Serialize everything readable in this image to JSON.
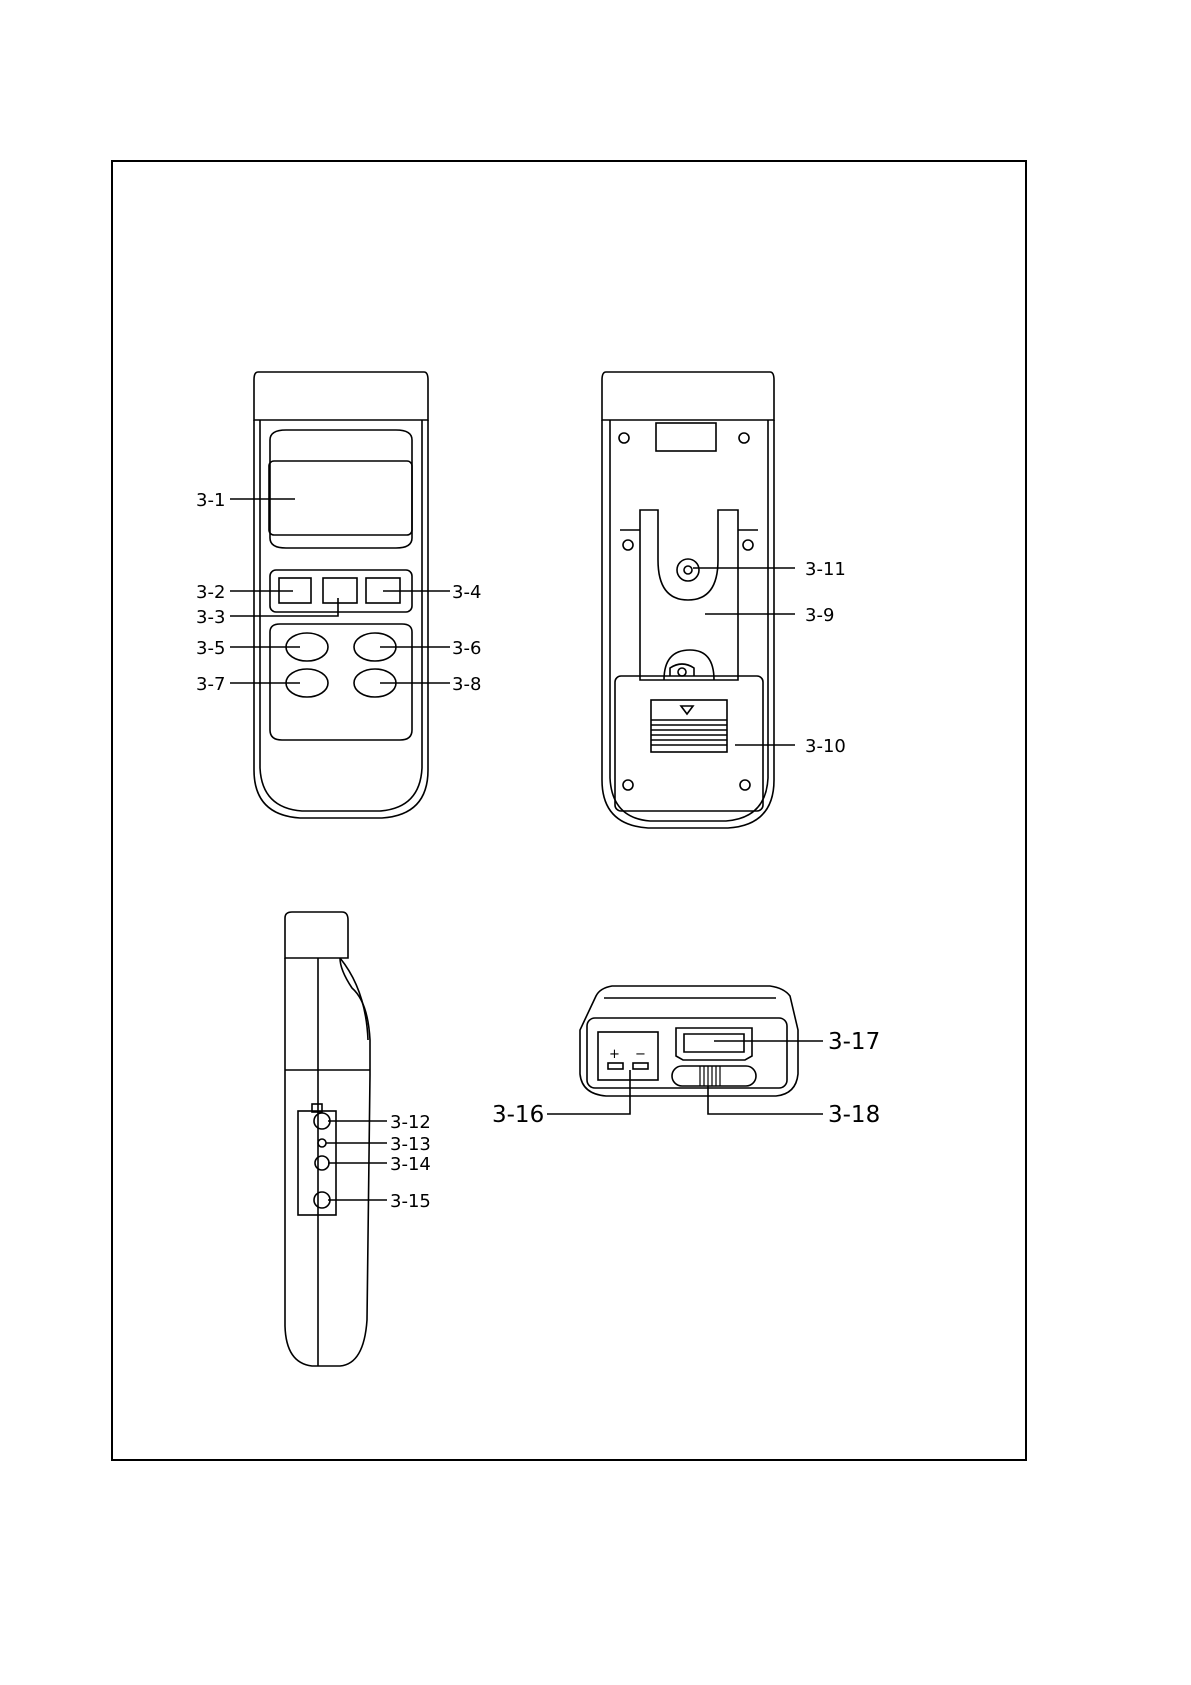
{
  "front_view": {
    "labels": [
      "3-1",
      "3-2",
      "3-3",
      "3-4",
      "3-5",
      "3-6",
      "3-7",
      "3-8"
    ]
  },
  "back_view": {
    "labels": [
      "3-11",
      "3-9",
      "3-10"
    ]
  },
  "side_view": {
    "labels": [
      "3-12",
      "3-13",
      "3-14",
      "3-15"
    ]
  },
  "bottom_view": {
    "labels": [
      "3-16",
      "3-17",
      "3-18"
    ],
    "battery_plus": "+",
    "battery_minus": "−"
  }
}
